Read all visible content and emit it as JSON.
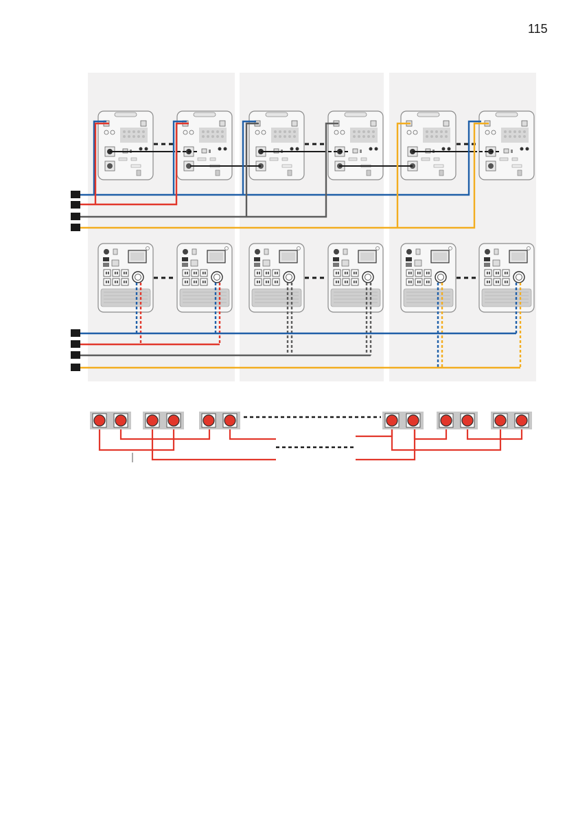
{
  "page": {
    "number": "115"
  },
  "colors": {
    "panel": "#f2f1f1",
    "unit_body": "#f7f7f7",
    "unit_stroke": "#8a8a8a",
    "grill": "#c9c9c9",
    "blue": "#1f5fa8",
    "red": "#e2372b",
    "gray": "#5c5c5c",
    "yellow": "#f3ad1f",
    "black": "#1a1a1a",
    "socket_box": "#c8c8c8"
  },
  "icons": {
    "rear_unit": "power-station-rear-panel",
    "front_unit": "power-station-front-panel",
    "plug": "cable-plug-icon",
    "connector_pair": "dual-terminal-connector"
  }
}
